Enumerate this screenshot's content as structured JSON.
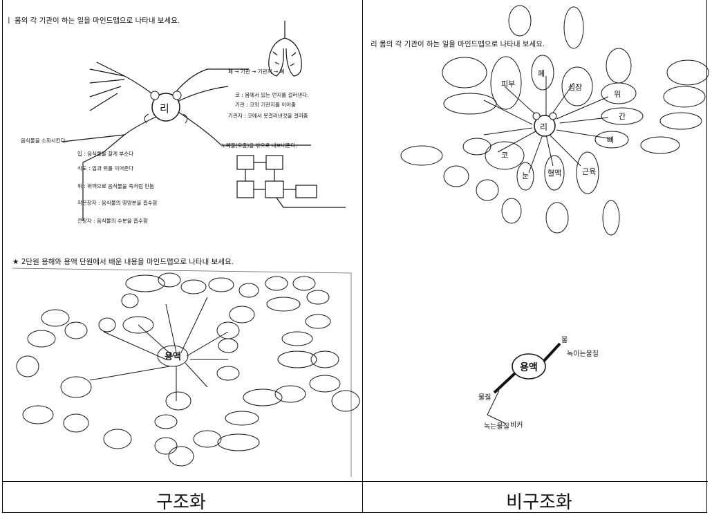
{
  "prompt_left": "ㅣ 몸의 각 기관이 하는 일을 마인드맵으로 나타내 보세요.",
  "prompt_right": "리 몸의 각 기관이 하는 일을 마인드맵으로 나타내 보세요.",
  "center_label_top": "리",
  "center_label_right": "리",
  "center_label_bottom": "용액",
  "center_label_nonstructured": "용액",
  "caption_left": "구조화",
  "caption_right": "비구조화",
  "bottom_left_header": "★ 2단원 용해와 용액 단원에서 배운 내용을 마인드맵으로 나타내 보세요.",
  "top_left_notes": [
    "폐 → 기관 → 기관지 → 폐",
    "코 : 몸에서 있는 먼지를 걸러낸다.",
    "기관 : 코와 기관지를 이어줌",
    "기관지 : 코에서 못걸러낸것을 걸러줌",
    "노폐물(오줌)을 밖으로 내보내준다.",
    "입 : 음식물을 잘게 부순다",
    "식도 : 입과 위를 이어준다",
    "위 : 위액으로 음식물을 죽처럼 만듬",
    "작은창자 : 음식물의 영양분을 흡수함",
    "큰창자 : 음식물의 수분을 흡수함",
    "음식물을 소화시킨다."
  ],
  "top_right_branches": [
    "폐",
    "심장",
    "위",
    "뼈",
    "근육",
    "혈액",
    "눈",
    "코",
    "간",
    "피부"
  ],
  "bottom_right_words": [
    "물",
    "물질",
    "녹는물질",
    "녹이는물질",
    "비커"
  ]
}
